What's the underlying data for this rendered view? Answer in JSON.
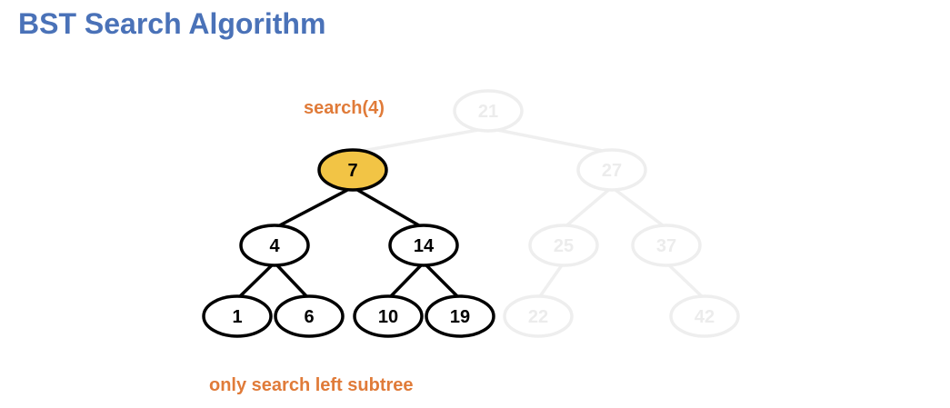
{
  "title": "BST Search Algorithm",
  "search_label": "search(4)",
  "note": "only search left subtree",
  "colors": {
    "title": "#4a72b8",
    "annotation": "#e07b39",
    "current_node_fill": "#f2c445",
    "active_stroke": "#000000",
    "faded_stroke": "#eeeeee"
  },
  "tree": {
    "nodes": [
      {
        "id": "n21",
        "label": "21",
        "state": "faded"
      },
      {
        "id": "n7",
        "label": "7",
        "state": "current"
      },
      {
        "id": "n27",
        "label": "27",
        "state": "faded"
      },
      {
        "id": "n4",
        "label": "4",
        "state": "active"
      },
      {
        "id": "n14",
        "label": "14",
        "state": "active"
      },
      {
        "id": "n25",
        "label": "25",
        "state": "faded"
      },
      {
        "id": "n37",
        "label": "37",
        "state": "faded"
      },
      {
        "id": "n1",
        "label": "1",
        "state": "active"
      },
      {
        "id": "n6",
        "label": "6",
        "state": "active"
      },
      {
        "id": "n10",
        "label": "10",
        "state": "active"
      },
      {
        "id": "n19",
        "label": "19",
        "state": "active"
      },
      {
        "id": "n22",
        "label": "22",
        "state": "faded"
      },
      {
        "id": "n42",
        "label": "42",
        "state": "faded"
      }
    ],
    "edges": [
      {
        "from": "n21",
        "to": "n7",
        "state": "faded"
      },
      {
        "from": "n21",
        "to": "n27",
        "state": "faded"
      },
      {
        "from": "n7",
        "to": "n4",
        "state": "active"
      },
      {
        "from": "n7",
        "to": "n14",
        "state": "active"
      },
      {
        "from": "n27",
        "to": "n25",
        "state": "faded"
      },
      {
        "from": "n27",
        "to": "n37",
        "state": "faded"
      },
      {
        "from": "n4",
        "to": "n1",
        "state": "active"
      },
      {
        "from": "n4",
        "to": "n6",
        "state": "active"
      },
      {
        "from": "n14",
        "to": "n10",
        "state": "active"
      },
      {
        "from": "n14",
        "to": "n19",
        "state": "active"
      },
      {
        "from": "n25",
        "to": "n22",
        "state": "faded"
      },
      {
        "from": "n37",
        "to": "n42",
        "state": "faded"
      }
    ]
  }
}
